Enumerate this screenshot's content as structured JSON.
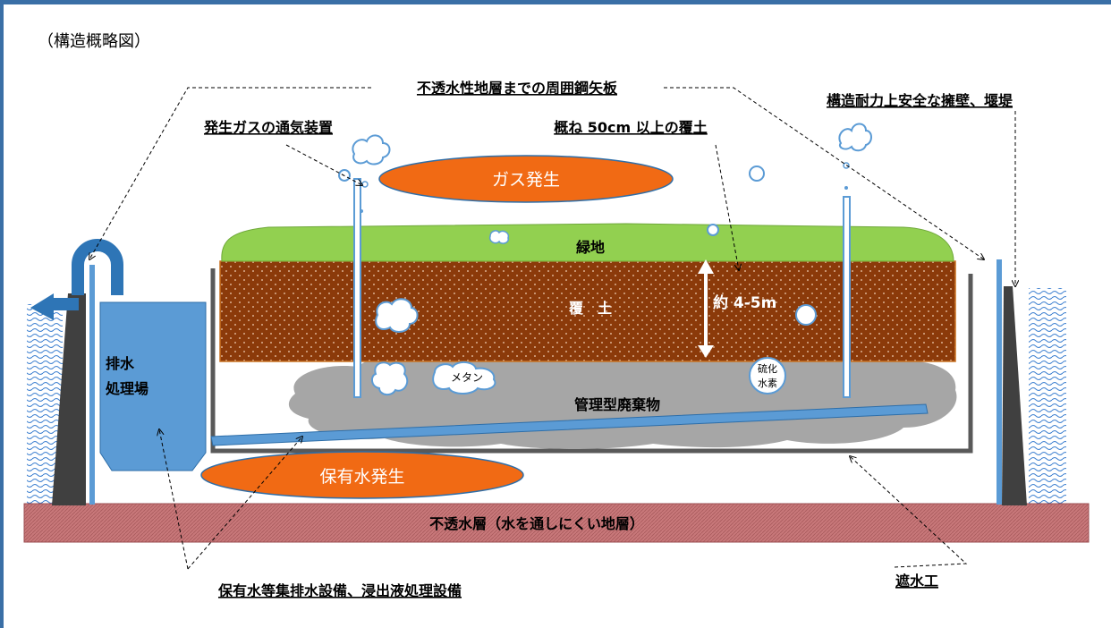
{
  "caption": "（構造概略図）",
  "labels": {
    "sheet_pile": "不透水性地層までの周囲鋼矢板",
    "retaining_wall": "構造耐力上安全な擁壁、堰堤",
    "gas_vent": "発生ガスの通気装置",
    "cover_soil_note": "概ね 50cm 以上の覆土",
    "gas_generation": "ガス発生",
    "green_area": "緑地",
    "cover_soil": "覆　土",
    "depth": "約 4-5m",
    "methane": "メタン",
    "h2s_line1": "硫化",
    "h2s_line2": "水素",
    "waste": "管理型廃棄物",
    "drainage_plant_line1": "排水",
    "drainage_plant_line2": "処理場",
    "retained_water": "保有水発生",
    "impermeable_layer": "不透水層（水を通しにくい地層）",
    "water_barrier": "遮水工",
    "collection_facility": "保有水等集排水設備、浸出液処理設備"
  },
  "colors": {
    "frame": "#3a6fa6",
    "green": "#92d050",
    "soil": "#8b3a0a",
    "orange": "#f16a14",
    "pipe_blue": "#5b9bd5",
    "waste_gray": "#a6a6a6",
    "wall_gray": "#404040",
    "layer_red": "#c8787a"
  }
}
